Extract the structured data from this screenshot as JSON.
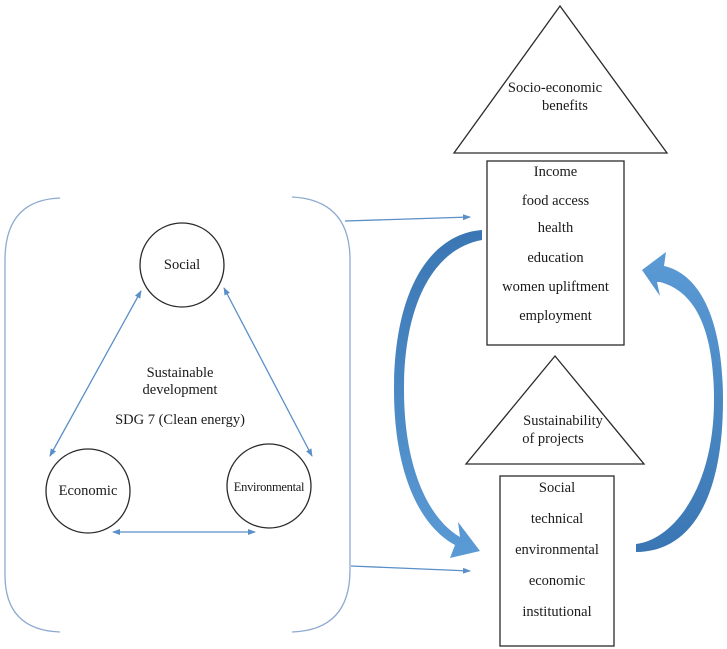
{
  "colors": {
    "thin_arrow": "#5b8fc7",
    "bracket": "#8eaad0",
    "curved_arrow_dark": "#3a76b3",
    "curved_arrow_light": "#5b9bd5",
    "shape_stroke": "#2b2b2b"
  },
  "sustainable_development": {
    "pillars": [
      {
        "id": "social",
        "label": "Social"
      },
      {
        "id": "economic",
        "label": "Economic"
      },
      {
        "id": "environmental",
        "label": "Environmental"
      }
    ],
    "center_title_line1": "Sustainable",
    "center_title_line2": "development",
    "center_subtitle": "SDG 7 (Clean energy)"
  },
  "socio_economic": {
    "triangle_label_line1": "Socio-economic",
    "triangle_label_line2": "benefits",
    "items": [
      "Income",
      "food access",
      "health",
      "education",
      "women upliftment",
      "employment"
    ]
  },
  "sustainability": {
    "triangle_label_line1": "Sustainability",
    "triangle_label_line2": "of projects",
    "items": [
      "Social",
      "technical",
      "environmental",
      "economic",
      "institutional"
    ]
  },
  "connections": [
    {
      "from": "social",
      "to": "economic",
      "type": "bidirectional"
    },
    {
      "from": "social",
      "to": "environmental",
      "type": "bidirectional"
    },
    {
      "from": "economic",
      "to": "environmental",
      "type": "bidirectional"
    },
    {
      "from": "sustainable_development",
      "to": "socio_economic",
      "type": "directed"
    },
    {
      "from": "sustainable_development",
      "to": "sustainability",
      "type": "directed"
    },
    {
      "from": "socio_economic",
      "to": "sustainability",
      "type": "curved"
    },
    {
      "from": "sustainability",
      "to": "socio_economic",
      "type": "curved"
    }
  ]
}
